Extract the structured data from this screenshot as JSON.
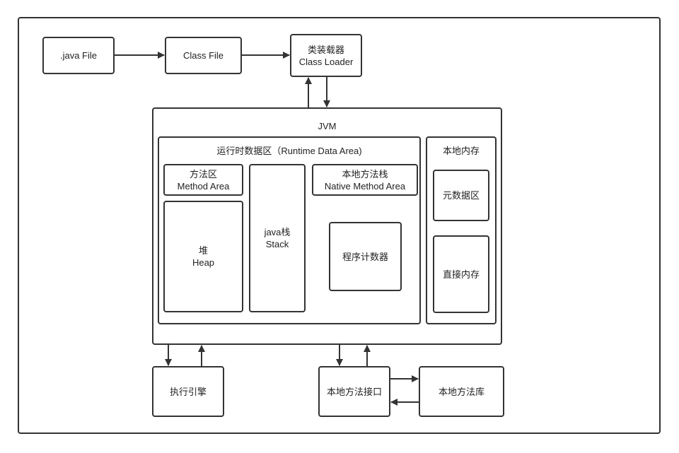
{
  "nodes": {
    "java_file": {
      "line1": ".java File"
    },
    "class_file": {
      "line1": "Class File"
    },
    "class_loader": {
      "line1": "类装载器",
      "line2": "Class Loader"
    },
    "jvm": {
      "line1": "JVM"
    },
    "runtime_area": {
      "line1": "运行时数据区（Runtime Data Area)"
    },
    "method_area": {
      "line1": "方法区",
      "line2": "Method Area"
    },
    "heap": {
      "line1": "堆",
      "line2": "Heap"
    },
    "java_stack": {
      "line1": "java栈",
      "line2": "Stack"
    },
    "native_stack": {
      "line1": "本地方法栈",
      "line2": "Native Method Area"
    },
    "pc_register": {
      "line1": "程序计数器"
    },
    "native_memory": {
      "line1": "本地内存"
    },
    "metaspace": {
      "line1": "元数据区"
    },
    "direct_memory": {
      "line1": "直接内存"
    },
    "exec_engine": {
      "line1": "执行引擎"
    },
    "native_interface": {
      "line1": "本地方法接口"
    },
    "native_library": {
      "line1": "本地方法库"
    }
  },
  "edges": [
    {
      "from": "java_file",
      "to": "class_file"
    },
    {
      "from": "class_file",
      "to": "class_loader"
    },
    {
      "from": "jvm",
      "to": "class_loader"
    },
    {
      "from": "class_loader",
      "to": "jvm"
    },
    {
      "from": "jvm",
      "to": "exec_engine"
    },
    {
      "from": "exec_engine",
      "to": "jvm"
    },
    {
      "from": "jvm",
      "to": "native_interface"
    },
    {
      "from": "native_interface",
      "to": "jvm"
    },
    {
      "from": "native_interface",
      "to": "native_library"
    },
    {
      "from": "native_library",
      "to": "native_interface"
    }
  ],
  "colors": {
    "stroke": "#333333",
    "text": "#222222",
    "background": "#ffffff"
  }
}
